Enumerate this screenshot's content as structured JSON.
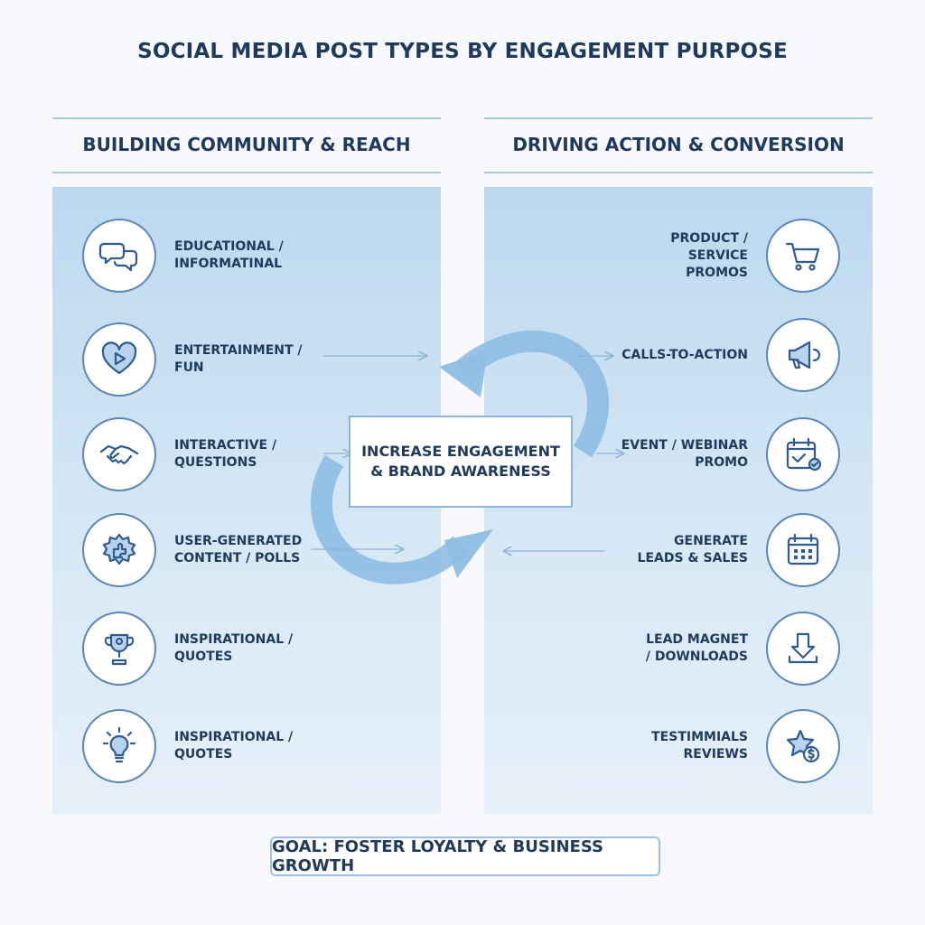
{
  "title": "SOCIAL MEDIA POST TYPES BY ENGAGEMENT PURPOSE",
  "left_column": {
    "heading": "BUILDING COMMUNITY & REACH",
    "items": [
      {
        "line1": "EDUCATIONAL /",
        "line2": "INFORMATINAL",
        "icon": "speech-bubbles-icon"
      },
      {
        "line1": "ENTERTAINMENT /",
        "line2": "FUN",
        "icon": "heart-play-icon"
      },
      {
        "line1": "INTERACTIVE /",
        "line2": "QUESTIONS",
        "icon": "handshake-icon"
      },
      {
        "line1": "USER-GENERATED",
        "line2": "CONTENT / POLLS",
        "icon": "puzzle-badge-icon"
      },
      {
        "line1": "INSPIRATIONAL /",
        "line2": "QUOTES",
        "icon": "trophy-icon"
      },
      {
        "line1": "INSPIRATIONAL /",
        "line2": "QUOTES",
        "icon": "lightbulb-icon"
      }
    ]
  },
  "right_column": {
    "heading": "DRIVING ACTION & CONVERSION",
    "items": [
      {
        "line1": "PRODUCT / SERVICE",
        "line2": "PROMOS",
        "icon": "shopping-cart-icon"
      },
      {
        "line1": "CALLS-TO-ACTION",
        "line2": "",
        "icon": "megaphone-icon"
      },
      {
        "line1": "EVENT / WEBINAR",
        "line2": "PROMO",
        "icon": "calendar-check-icon"
      },
      {
        "line1": "GENERATE",
        "line2": "LEADS & SALES",
        "icon": "calendar-grid-icon"
      },
      {
        "line1": "LEAD MAGNET",
        "line2": "/ DOWNLOADS",
        "icon": "download-icon"
      },
      {
        "line1": "TESTIMMIALS",
        "line2": "REVIEWS",
        "icon": "star-dollar-icon"
      }
    ]
  },
  "center": {
    "line1": "INCREASE ENGAGEMENT",
    "line2": "& BRAND AWARENESS"
  },
  "goal": "GOAL: FOSTER LOYALTY & BUSINESS GROWTH",
  "colors": {
    "primary": "#1f3a5c",
    "accent": "#5b86b8",
    "panel": "#bcd8ef",
    "arrow": "#8fbde4"
  }
}
